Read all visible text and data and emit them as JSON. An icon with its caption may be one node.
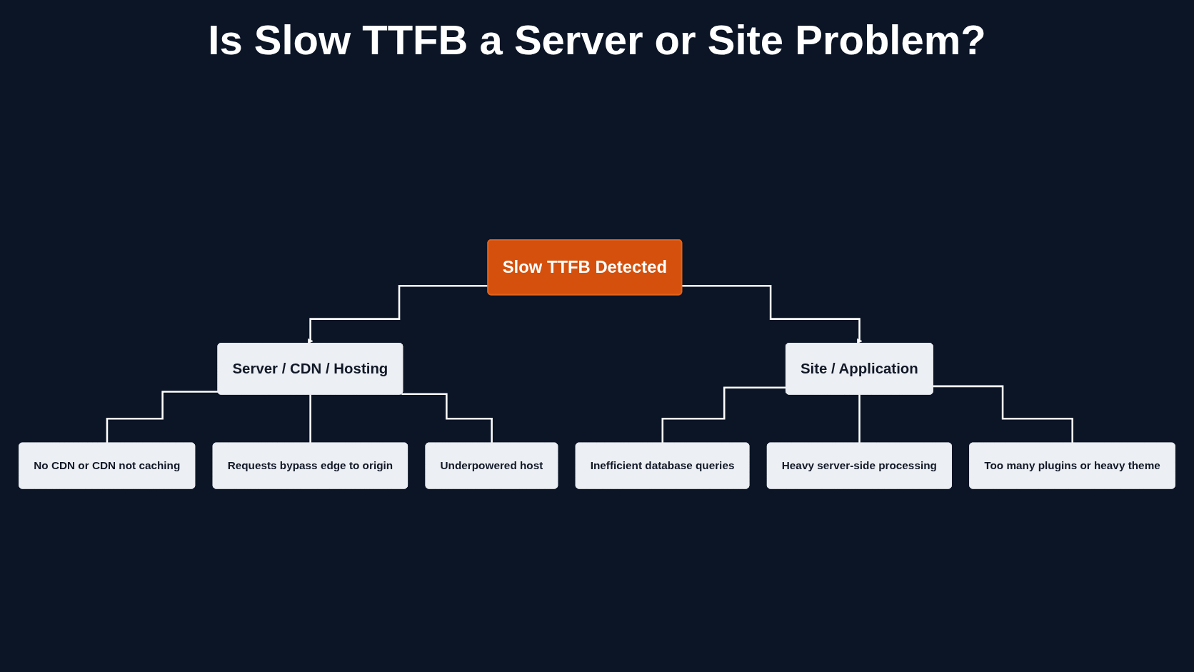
{
  "diagram": {
    "title": "Is Slow TTFB a Server or Site Problem?",
    "nodes": [
      {
        "text": [
          "Slow TTFB Detected"
        ]
      },
      {
        "text": [
          "Server / CDN / Hosting"
        ]
      },
      {
        "text": [
          "Site / Application"
        ]
      },
      {
        "text": [
          "No CDN or CDN not caching"
        ]
      },
      {
        "text": [
          "Requests bypass edge to origin"
        ]
      },
      {
        "text": [
          "Underpowered host"
        ]
      },
      {
        "text": [
          "Inefficient database queries"
        ]
      },
      {
        "text": [
          "Heavy server-side processing"
        ]
      },
      {
        "text": [
          "Too many plugins or heavy theme"
        ]
      }
    ],
    "edges": [
      {
        "from": 0,
        "to": 1,
        "arrow": "to"
      },
      {
        "from": 0,
        "to": 2,
        "arrow": "to"
      },
      {
        "from": 1,
        "to": 3,
        "arrow": "none"
      },
      {
        "from": 1,
        "to": 4,
        "arrow": "none"
      },
      {
        "from": 1,
        "to": 5,
        "arrow": "none"
      },
      {
        "from": 2,
        "to": 6,
        "arrow": "none"
      },
      {
        "from": 2,
        "to": 7,
        "arrow": "none"
      },
      {
        "from": 2,
        "to": 8,
        "arrow": "none"
      }
    ]
  }
}
